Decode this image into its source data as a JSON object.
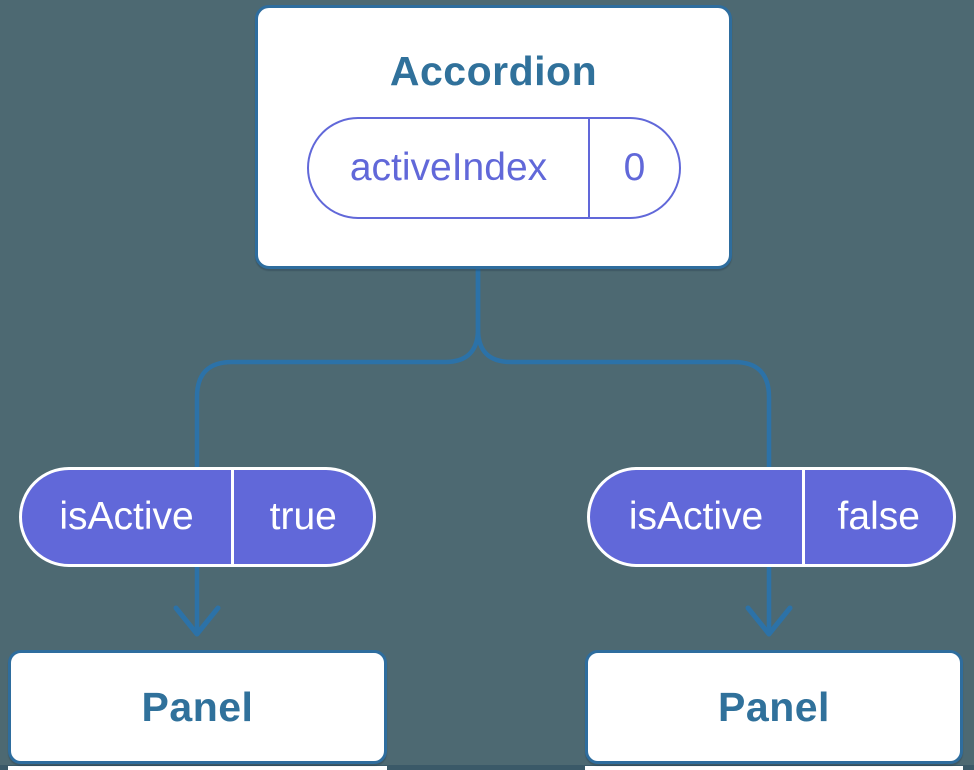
{
  "canvas": {
    "background_color": "#4d6972"
  },
  "colors": {
    "node_border_blue": "#2e6d9e",
    "connector_blue": "#2c72a8",
    "heading_blue": "#30719b",
    "purple": "#6168d9",
    "node_fill": "#ffffff",
    "pill_text_on_purple": "#ffffff"
  },
  "tree": {
    "root": {
      "title": "Accordion",
      "state": {
        "name": "activeIndex",
        "value": "0"
      }
    },
    "children": [
      {
        "prop": {
          "name": "isActive",
          "value": "true"
        },
        "node_label": "Panel"
      },
      {
        "prop": {
          "name": "isActive",
          "value": "false"
        },
        "node_label": "Panel"
      }
    ]
  }
}
